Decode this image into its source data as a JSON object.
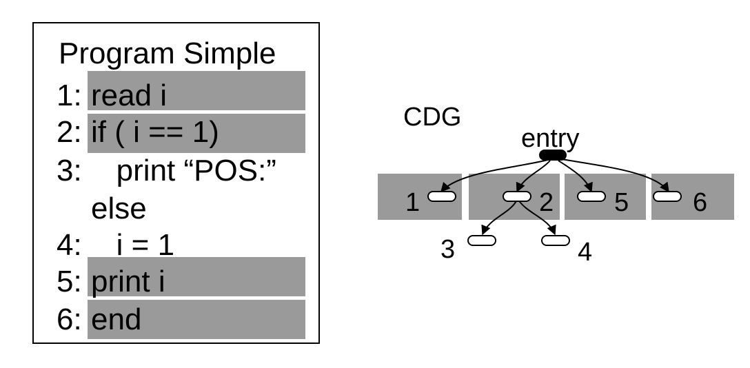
{
  "program": {
    "title": "Program Simple",
    "lines": [
      {
        "num": "1:",
        "code": "read i",
        "highlighted": true
      },
      {
        "num": "2:",
        "code": "if ( i == 1)",
        "highlighted": true
      },
      {
        "num": "3:",
        "code": "   print “POS:”",
        "highlighted": false
      },
      {
        "num": "",
        "code": "else",
        "highlighted": false
      },
      {
        "num": "4:",
        "code": "   i = 1",
        "highlighted": false
      },
      {
        "num": "5:",
        "code": "print i",
        "highlighted": true
      },
      {
        "num": "6:",
        "code": "end",
        "highlighted": true
      }
    ]
  },
  "cdg": {
    "label": "CDG",
    "entry_label": "entry",
    "nodes": [
      "1",
      "2",
      "5",
      "6",
      "3",
      "4"
    ],
    "edges": [
      [
        "entry",
        "1"
      ],
      [
        "entry",
        "2"
      ],
      [
        "entry",
        "5"
      ],
      [
        "entry",
        "6"
      ],
      [
        "2",
        "3"
      ],
      [
        "2",
        "4"
      ]
    ]
  },
  "colors": {
    "highlight": "#9a9a9a",
    "stroke": "#000000"
  }
}
